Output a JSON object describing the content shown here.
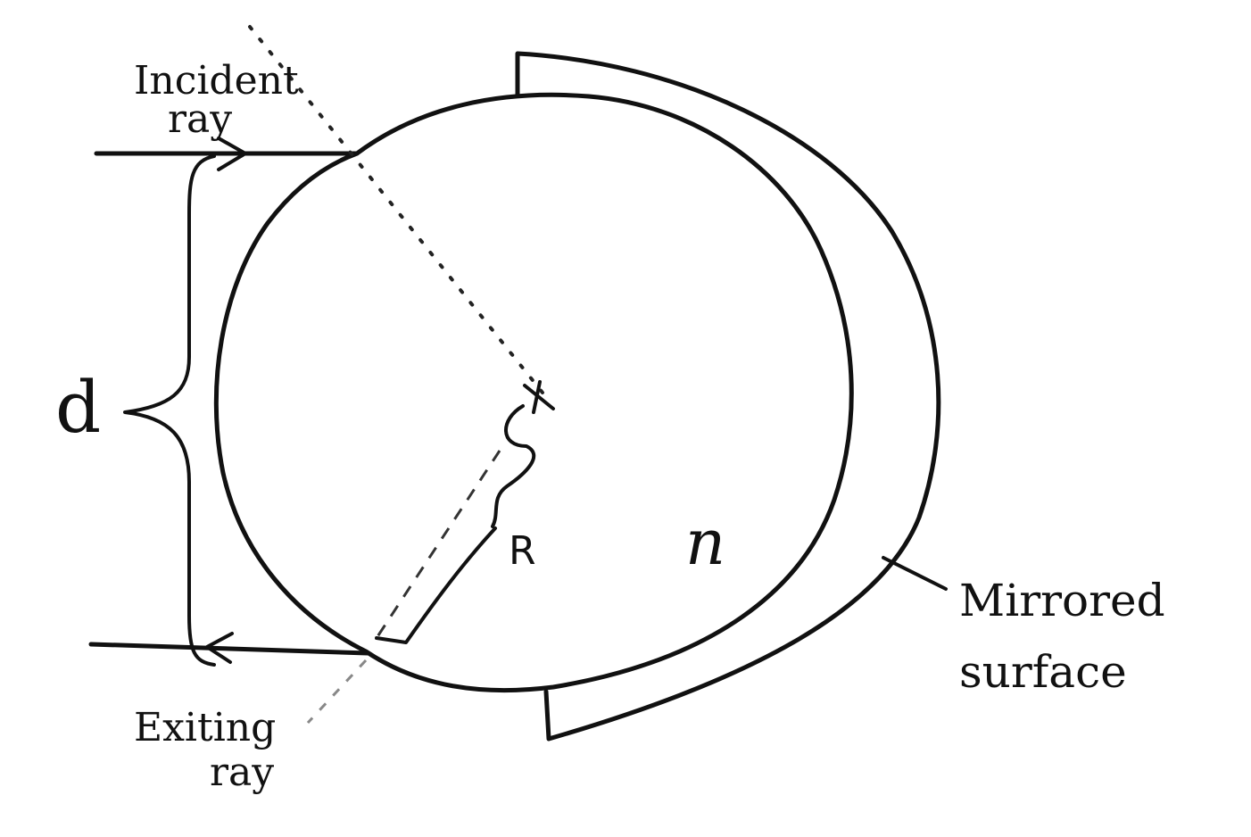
{
  "labels": {
    "incident_line1": "Incident",
    "incident_line2": "ray",
    "exiting_line1": "Exiting",
    "exiting_line2": "ray",
    "d": "d",
    "R": "R",
    "n": "n",
    "mirrored_line1": "Mirrored",
    "mirrored_line2": "surface"
  },
  "colors": {
    "ink": "#111111",
    "background": "#ffffff"
  }
}
